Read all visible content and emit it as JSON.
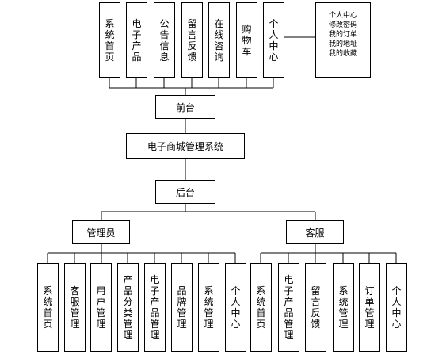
{
  "front_modules": [
    "系统首页",
    "电子产品",
    "公告信息",
    "留言反馈",
    "在线咨询",
    "购物车",
    "个人中心"
  ],
  "personal_center_notes": [
    "个人中心",
    "修改密码",
    "我的订单",
    "我的地址",
    "我的收藏"
  ],
  "front_label": "前台",
  "system_label": "电子商城管理系统",
  "back_label": "后台",
  "admin_label": "管理员",
  "service_label": "客服",
  "admin_modules": [
    "系统首页",
    "客服管理",
    "用户管理",
    "产品分类管理",
    "电子产品管理",
    "品牌管理",
    "系统管理",
    "个人中心"
  ],
  "service_modules": [
    "系统首页",
    "电子产品管理",
    "留言反馈",
    "系统管理",
    "订单管理",
    "个人中心"
  ]
}
